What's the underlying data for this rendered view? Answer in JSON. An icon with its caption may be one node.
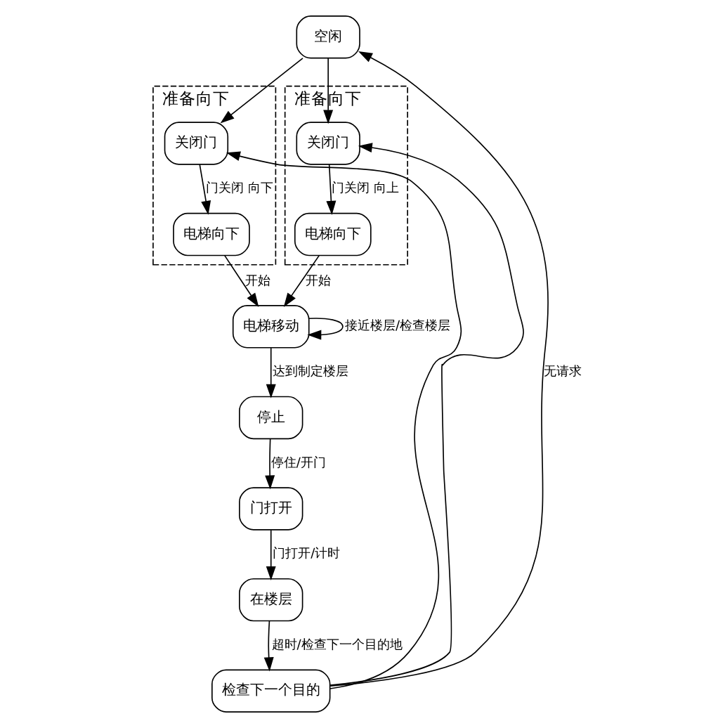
{
  "diagram": {
    "nodes": [
      {
        "text": [
          "准备向下"
        ]
      },
      {
        "text": [
          "关闭门"
        ],
        "in": 0
      },
      {
        "text": [
          "电梯向下"
        ],
        "in": 0
      },
      {
        "text": [
          "空闲"
        ]
      },
      {
        "text": [
          "准备向下"
        ]
      },
      {
        "text": [
          "关闭门"
        ],
        "in": 4
      },
      {
        "text": [
          "电梯向下"
        ],
        "in": 4
      },
      {
        "text": [
          "电梯移动"
        ]
      },
      {
        "text": [
          "停止"
        ]
      },
      {
        "text": [
          "门打开"
        ]
      },
      {
        "text": [
          "在楼层"
        ]
      },
      {
        "text": [
          "检查下一个目的"
        ]
      }
    ],
    "edges": [
      {
        "from": 3,
        "to": 1,
        "arrow": "to"
      },
      {
        "from": 3,
        "to": 5,
        "arrow": "to"
      },
      {
        "from": 1,
        "to": 2,
        "arrow": "to",
        "label": "门关闭 向下"
      },
      {
        "from": 5,
        "to": 6,
        "arrow": "to",
        "label": "门关闭 向上"
      },
      {
        "from": 2,
        "to": 7,
        "arrow": "to",
        "label": "开始"
      },
      {
        "from": 6,
        "to": 7,
        "arrow": "to",
        "label": "开始"
      },
      {
        "from": 7,
        "to": 7,
        "arrow": "to",
        "label": "接近楼层/检查楼层"
      },
      {
        "from": 7,
        "to": 8,
        "arrow": "to",
        "label": "达到制定楼层"
      },
      {
        "from": 8,
        "to": 9,
        "arrow": "to",
        "label": "停住/开门"
      },
      {
        "from": 9,
        "to": 10,
        "arrow": "to",
        "label": "门打开/计时"
      },
      {
        "from": 10,
        "to": 11,
        "arrow": "to",
        "label": "超时/检查下一个目的地"
      },
      {
        "from": 11,
        "to": 3,
        "arrow": "to",
        "label": "无请求"
      },
      {
        "from": 11,
        "to": 1,
        "arrow": "to"
      },
      {
        "from": 11,
        "to": 5,
        "arrow": "to"
      }
    ]
  }
}
